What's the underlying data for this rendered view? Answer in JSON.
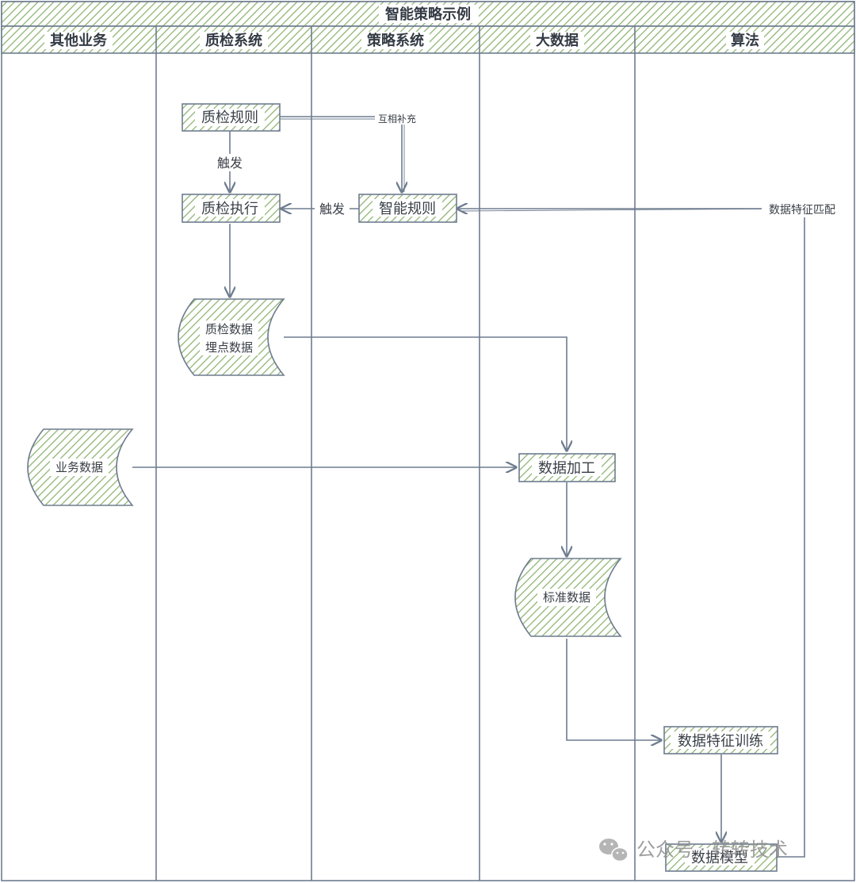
{
  "title": "智能策略示例",
  "lanes": [
    "其他业务",
    "质检系统",
    "策略系统",
    "大数据",
    "算法"
  ],
  "nodes": {
    "qc_rule": "质检规则",
    "qc_exec": "质检执行",
    "smart_rule": "智能规则",
    "qc_data_line1": "质检数据",
    "qc_data_line2": "埋点数据",
    "biz_data": "业务数据",
    "data_process": "数据加工",
    "std_data": "标准数据",
    "feature_train": "数据特征训练",
    "data_model": "数据模型"
  },
  "edges": {
    "trigger_down": "触发",
    "trigger_left": "触发",
    "complement": "互相补充",
    "feature_match": "数据特征匹配"
  },
  "watermark": {
    "prefix": "公众号 · ",
    "name": "转转技术",
    "icon": "wechat-icon"
  },
  "colors": {
    "hatch": "#8fb573",
    "stroke": "#6e7c8f",
    "text": "#333a44"
  }
}
